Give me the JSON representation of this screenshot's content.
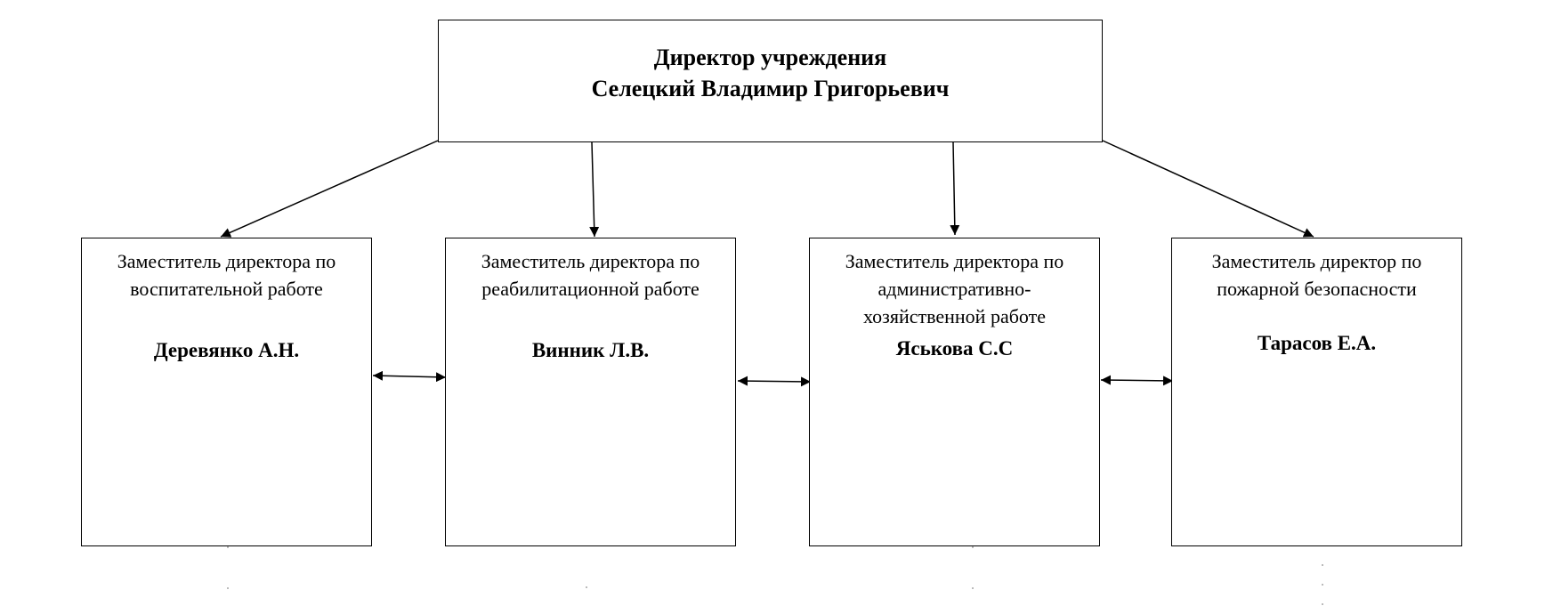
{
  "director": {
    "title": "Директор учреждения",
    "name": "Селецкий Владимир Григорьевич"
  },
  "deputies": [
    {
      "role_lines": [
        "Заместитель директора по",
        "воспитательной работе"
      ],
      "name": "Деревянко А.Н."
    },
    {
      "role_lines": [
        "Заместитель директора по",
        "реабилитационной работе"
      ],
      "name": "Винник Л.В."
    },
    {
      "role_lines": [
        "Заместитель директора по",
        "административно-",
        "хозяйственной работе"
      ],
      "name": "Яськова С.С"
    },
    {
      "role_lines": [
        "Заместитель директор по",
        "пожарной безопасности"
      ],
      "name": "Тарасов Е.А."
    }
  ]
}
